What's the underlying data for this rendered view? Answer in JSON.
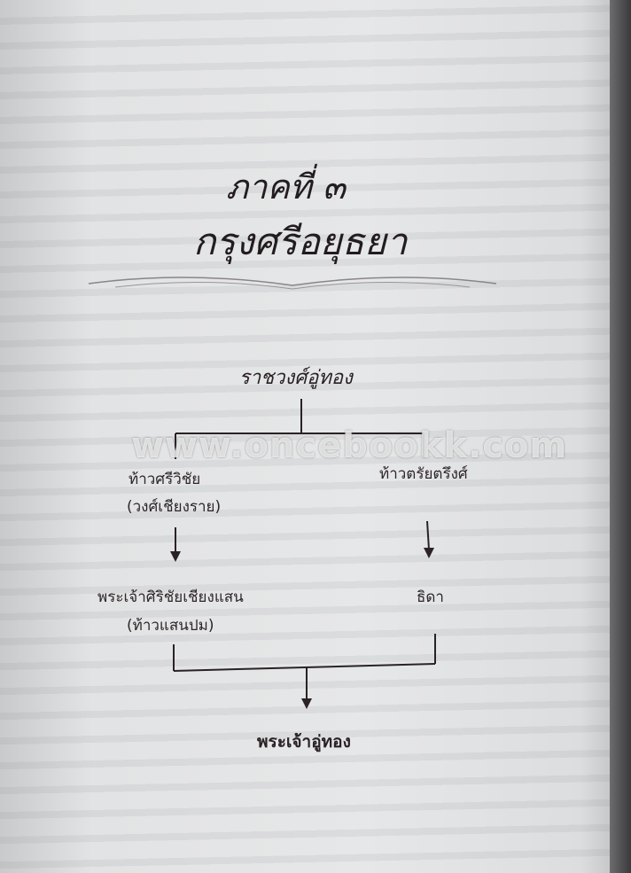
{
  "header": {
    "part": "ภาคที่ ๓",
    "title": "กรุงศรีอยุธยา"
  },
  "tree": {
    "root": "ราชวงศ์อู่ทอง",
    "left_child": {
      "name": "ท้าวศรีวิชัย",
      "note": "(วงศ์เชียงราย)"
    },
    "right_child": {
      "name": "ท้าวตรัยตรึงศ์"
    },
    "left_grandchild": {
      "name": "พระเจ้าศิริชัยเชียงแสน",
      "note": "(ท้าวแสนปม)"
    },
    "right_grandchild": {
      "name": "ธิดา"
    },
    "descendant": "พระเจ้าอู่ทอง"
  },
  "watermark": "www.oncebookk.com"
}
